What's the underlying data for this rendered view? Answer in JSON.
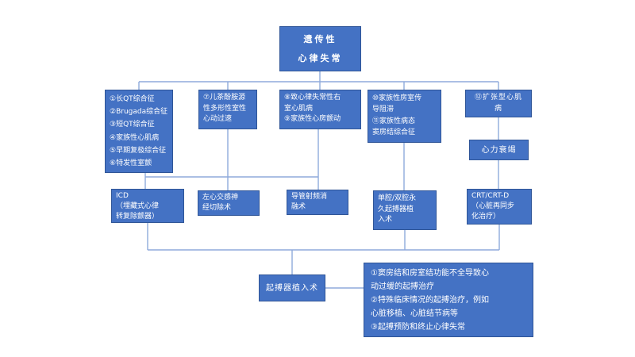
{
  "theme": {
    "box_fill": "#4472C4",
    "box_border": "#2F5597",
    "connector": "#8FAADC",
    "text": "#FFFFFF",
    "background": "#FFFFFF"
  },
  "nodes": {
    "root": "遗传性\n心律失常",
    "conditions_1_6": "①长QT综合征\n②Brugada综合征\n③短QT综合征\n④家族性心肌病\n⑤早期复极综合征\n⑥特发性室颤",
    "cpvt": "⑦儿茶酚胺源\n性多形性室性\n心动过速",
    "arvc_afib": "⑧致心律失常性右\n室心肌病\n⑨家族性心房颤动",
    "av_block_sss": "⑩家族性房室传\n导阻滞\n⑪家族性病态\n窦房结综合征",
    "dcm": "⑫扩张型心肌\n病",
    "heart_failure": "心力衰竭",
    "icd": "ICD\n（埋藏式心律\n转复除颤器）",
    "lcsd": "左心交感神\n经切除术",
    "rf_ablation": "导管射频消\n融术",
    "permanent_pacemaker": "单腔/双腔永\n久起搏器植\n入术",
    "crt": "CRT/CRT-D\n（心脏再同步\n化治疗）",
    "pacemaker_implantation": "起搏器植入术",
    "pacing_indications": "①窦房结和房室结功能不全导致心\n动过缓的起搏治疗\n②特殊临床情况的起搏治疗，例如\n心脏移植、心脏结节病等\n③起搏预防和终止心律失常"
  }
}
